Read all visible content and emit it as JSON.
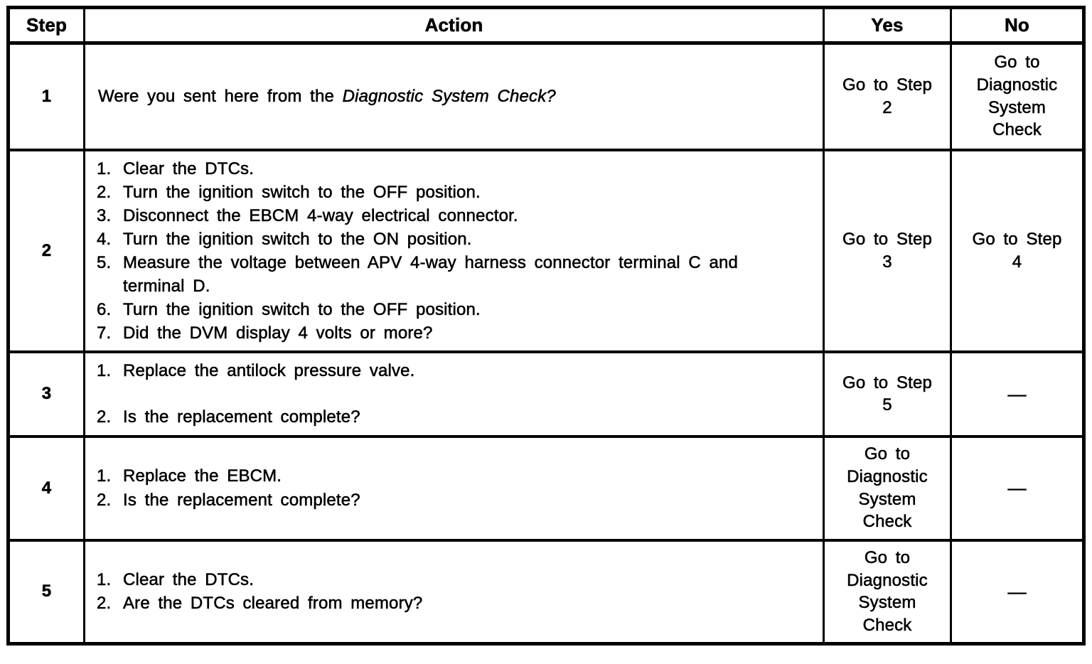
{
  "colors": {
    "ink": "#000000",
    "paper": "#ffffff"
  },
  "table": {
    "headers": {
      "step": "Step",
      "action": "Action",
      "yes": "Yes",
      "no": "No"
    },
    "rows": [
      {
        "step": "1",
        "question": {
          "prefix": "Were you sent here from the ",
          "italic": "Diagnostic System Check",
          "suffix": "?"
        },
        "yes": "Go to Step 2",
        "no": "Go to Diagnostic System Check"
      },
      {
        "step": "2",
        "items": [
          {
            "num": "1.",
            "text": "Clear the DTCs."
          },
          {
            "num": "2.",
            "text": "Turn the ignition switch to the OFF position."
          },
          {
            "num": "3.",
            "text": "Disconnect the EBCM 4-way electrical connector."
          },
          {
            "num": "4.",
            "text": "Turn the ignition switch to the ON position."
          },
          {
            "num": "5.",
            "text": "Measure the voltage between APV 4-way harness connector terminal C and terminal D."
          },
          {
            "num": "6.",
            "text": "Turn the ignition switch to the OFF position."
          },
          {
            "num": "7.",
            "text": "Did the DVM display 4 volts or more?"
          }
        ],
        "yes": "Go to Step 3",
        "no": "Go to Step 4"
      },
      {
        "step": "3",
        "items": [
          {
            "num": "1.",
            "text": "Replace the antilock pressure valve."
          },
          {
            "num": "2.",
            "text": "Is the replacement complete?"
          }
        ],
        "yes": "Go to Step 5",
        "no": "—"
      },
      {
        "step": "4",
        "items": [
          {
            "num": "1.",
            "text": "Replace the EBCM."
          },
          {
            "num": "2.",
            "text": "Is the replacement complete?"
          }
        ],
        "yes": "Go to Diagnostic System Check",
        "no": "—"
      },
      {
        "step": "5",
        "items": [
          {
            "num": "1.",
            "text": "Clear the DTCs."
          },
          {
            "num": "2.",
            "text": "Are the DTCs cleared from memory?"
          }
        ],
        "yes": "Go to Diagnostic System Check",
        "no": "—"
      }
    ]
  }
}
